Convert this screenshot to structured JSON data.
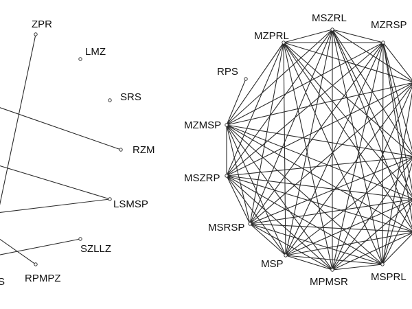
{
  "left_graph": {
    "nodes": [
      {
        "id": "ZPR",
        "label": "ZPR"
      },
      {
        "id": "LMZ",
        "label": "LMZ"
      },
      {
        "id": "SRS",
        "label": "SRS"
      },
      {
        "id": "RZM",
        "label": "RZM"
      },
      {
        "id": "LSMSP",
        "label": "LSMSP"
      },
      {
        "id": "SZLLZ",
        "label": "SZLLZ"
      },
      {
        "id": "RPMPZ",
        "label": "RPMPZ"
      },
      {
        "id": "S",
        "label": "S"
      }
    ],
    "edges": [
      [
        "ZPR",
        "off-bl"
      ],
      [
        "RZM",
        "off-l1"
      ],
      [
        "LSMSP",
        "off-l2"
      ],
      [
        "LSMSP",
        "off-l3"
      ],
      [
        "SZLLZ",
        "off-l4"
      ],
      [
        "RPMPZ",
        "off-l5"
      ]
    ]
  },
  "right_graph": {
    "nodes": [
      {
        "id": "MSZRL",
        "label": "MSZRL"
      },
      {
        "id": "MZRSP",
        "label": "MZRSP"
      },
      {
        "id": "MZPRL",
        "label": "MZPRL"
      },
      {
        "id": "RPS",
        "label": "RPS"
      },
      {
        "id": "MZMSP",
        "label": "MZMSP"
      },
      {
        "id": "MSZRP",
        "label": "MSZRP"
      },
      {
        "id": "MSRSP",
        "label": "MSRSP"
      },
      {
        "id": "MSP",
        "label": "MSP"
      },
      {
        "id": "MPMSR",
        "label": "MPMSR"
      },
      {
        "id": "MSPRL",
        "label": "MSPRL"
      }
    ],
    "complete_among": [
      "MSZRL",
      "MZRSP",
      "MZPRL",
      "MZMSP",
      "MSZRP",
      "MSRSP",
      "MSP",
      "MPMSR",
      "MSPRL",
      "R1",
      "R2",
      "R3",
      "R4"
    ],
    "extra_edges": [
      [
        "RPS",
        "MZMSP"
      ]
    ]
  }
}
